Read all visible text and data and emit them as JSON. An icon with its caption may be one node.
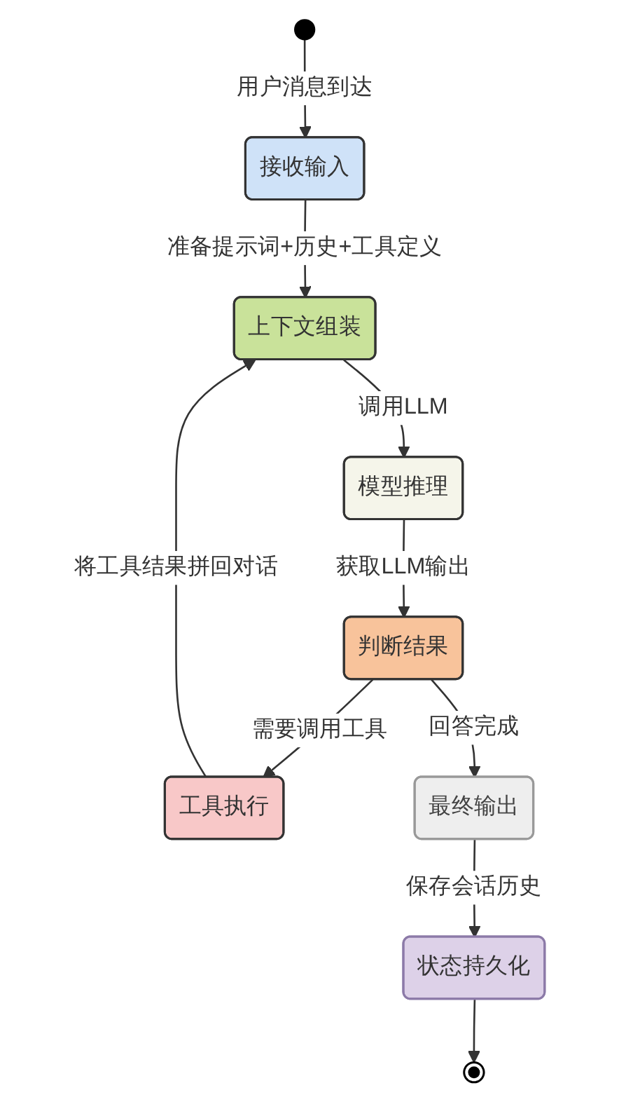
{
  "diagram": {
    "nodes": [
      {
        "text": [],
        "shape": "circle"
      },
      {
        "text": [
          "接收输入"
        ]
      },
      {
        "text": [
          "上下文组装"
        ]
      },
      {
        "text": [
          "模型推理"
        ]
      },
      {
        "text": [
          "判断结果"
        ]
      },
      {
        "text": [
          "工具执行"
        ]
      },
      {
        "text": [
          "最终输出"
        ]
      },
      {
        "text": [
          "状态持久化"
        ]
      },
      {
        "text": [],
        "shape": "circle"
      }
    ],
    "edges": [
      {
        "from": 0,
        "to": 1,
        "label": "用户消息到达",
        "arrow": "to"
      },
      {
        "from": 1,
        "to": 2,
        "label": "准备提示词+历史+工具定义",
        "arrow": "to"
      },
      {
        "from": 2,
        "to": 3,
        "label": "调用LLM",
        "arrow": "to"
      },
      {
        "from": 3,
        "to": 4,
        "label": "获取LLM输出",
        "arrow": "to"
      },
      {
        "from": 4,
        "to": 5,
        "label": "需要调用工具",
        "arrow": "to"
      },
      {
        "from": 4,
        "to": 6,
        "label": "回答完成",
        "arrow": "to"
      },
      {
        "from": 5,
        "to": 2,
        "label": "将工具结果拼回对话",
        "arrow": "to"
      },
      {
        "from": 6,
        "to": 7,
        "label": "保存会话历史",
        "arrow": "to"
      },
      {
        "from": 7,
        "to": 8,
        "arrow": "to"
      }
    ]
  }
}
